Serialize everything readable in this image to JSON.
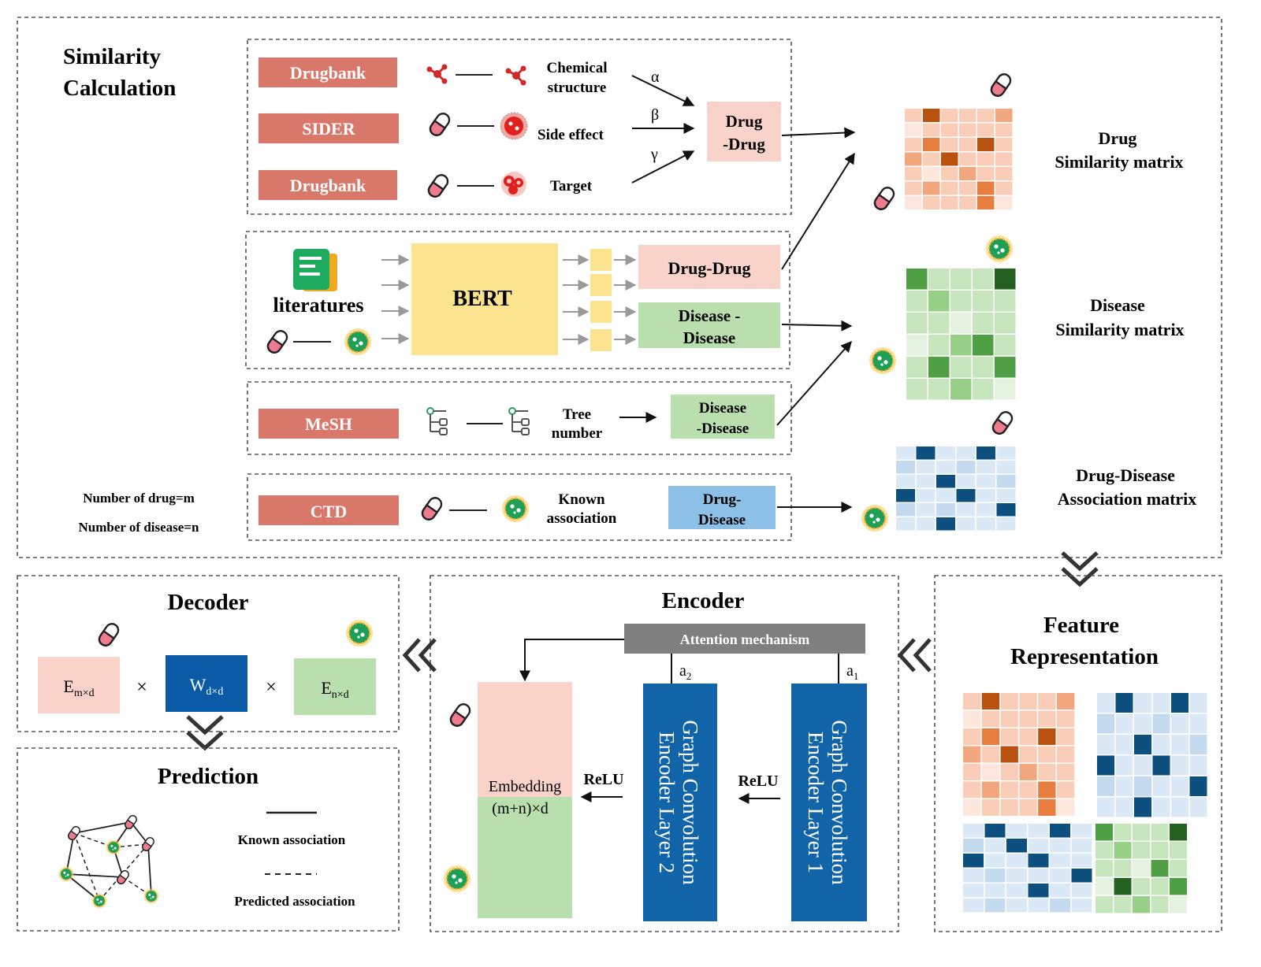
{
  "similarity": {
    "title_line1": "Similarity",
    "title_line2": "Calculation",
    "sources": {
      "drugbank1": "Drugbank",
      "sider": "SIDER",
      "drugbank2": "Drugbank",
      "mesh": "MeSH",
      "ctd": "CTD"
    },
    "chem_line1": "Chemical",
    "chem_line2": "structure",
    "side_effect": "Side effect",
    "target": "Target",
    "alpha": "α",
    "beta": "β",
    "gamma": "γ",
    "drugdrug1_line1": "Drug",
    "drugdrug1_line2": "-Drug",
    "literatures": "literatures",
    "bert": "BERT",
    "drugdrug2": "Drug-Drug",
    "disdis1_line1": "Disease -",
    "disdis1_line2": "Disease",
    "tree_line1": "Tree",
    "tree_line2": "number",
    "disdis2_line1": "Disease",
    "disdis2_line2": "-Disease",
    "known_line1": "Known",
    "known_line2": "association",
    "drugdis_line1": "Drug-",
    "drugdis_line2": "Disease",
    "num_drug": "Number of drug=m",
    "num_disease": "Number of disease=n"
  },
  "matrices": {
    "drug_line1": "Drug",
    "drug_line2": "Similarity matrix",
    "disease_line1": "Disease",
    "disease_line2": "Similarity matrix",
    "assoc_line1": "Drug-Disease",
    "assoc_line2": "Association matrix"
  },
  "decoder": {
    "title": "Decoder",
    "em": "E",
    "em_sub": "m×d",
    "w": "W",
    "w_sub": "d×d",
    "en": "E",
    "en_sub": "n×d",
    "times": "×"
  },
  "prediction": {
    "title": "Prediction",
    "known": "Known association",
    "predicted": "Predicted association"
  },
  "encoder": {
    "title": "Encoder",
    "attention": "Attention mechanism",
    "a2": "a",
    "a2_sub": "2",
    "a1": "a",
    "a1_sub": "1",
    "layer2_line1": "Graph Convolution",
    "layer2_line2": "Encoder Layer 2",
    "layer1_line1": "Graph Convolution",
    "layer1_line2": "Encoder Layer 1",
    "relu1": "ReLU",
    "relu2": "ReLU",
    "embed_line1": "Embedding",
    "embed_line2": "(m+n)×d"
  },
  "feature": {
    "title_line1": "Feature",
    "title_line2": "Representation"
  },
  "colors": {
    "source_red": "#d9786a",
    "drug_pink": "#f9d3c9",
    "disease_green": "#b8dfad",
    "assoc_blue": "#8cc0e6",
    "bert_yellow": "#fbe38f",
    "encoder_blue": "#1264a8",
    "decoder_w_blue": "#0a5aa6",
    "attention_gray": "#7f7f7f"
  }
}
